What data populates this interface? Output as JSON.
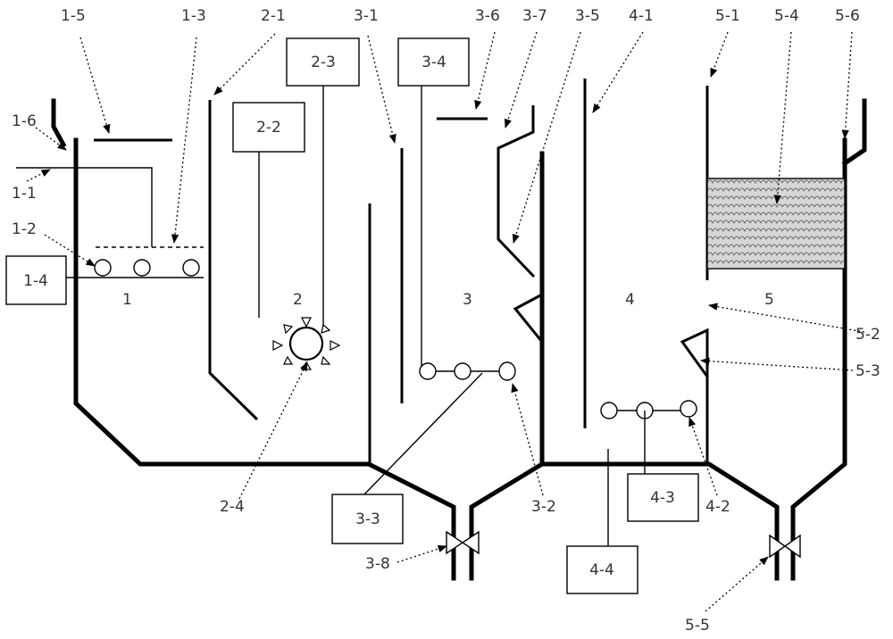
{
  "labels": {
    "l_1_1": "1-1",
    "l_1_2": "1-2",
    "l_1_3": "1-3",
    "l_1_4": "1-4",
    "l_1_5": "1-5",
    "l_1_6": "1-6",
    "l_2_1": "2-1",
    "l_2_2": "2-2",
    "l_2_3": "2-3",
    "l_2_4": "2-4",
    "l_3_1": "3-1",
    "l_3_2": "3-2",
    "l_3_3": "3-3",
    "l_3_4": "3-4",
    "l_3_5": "3-5",
    "l_3_6": "3-6",
    "l_3_7": "3-7",
    "l_3_8": "3-8",
    "l_4_1": "4-1",
    "l_4_2": "4-2",
    "l_4_3": "4-3",
    "l_4_4": "4-4",
    "l_5_1": "5-1",
    "l_5_2": "5-2",
    "l_5_3": "5-3",
    "l_5_4": "5-4",
    "l_5_5": "5-5",
    "l_5_6": "5-6"
  },
  "zones": {
    "z1": "1",
    "z2": "2",
    "z3": "3",
    "z4": "4",
    "z5": "5"
  }
}
